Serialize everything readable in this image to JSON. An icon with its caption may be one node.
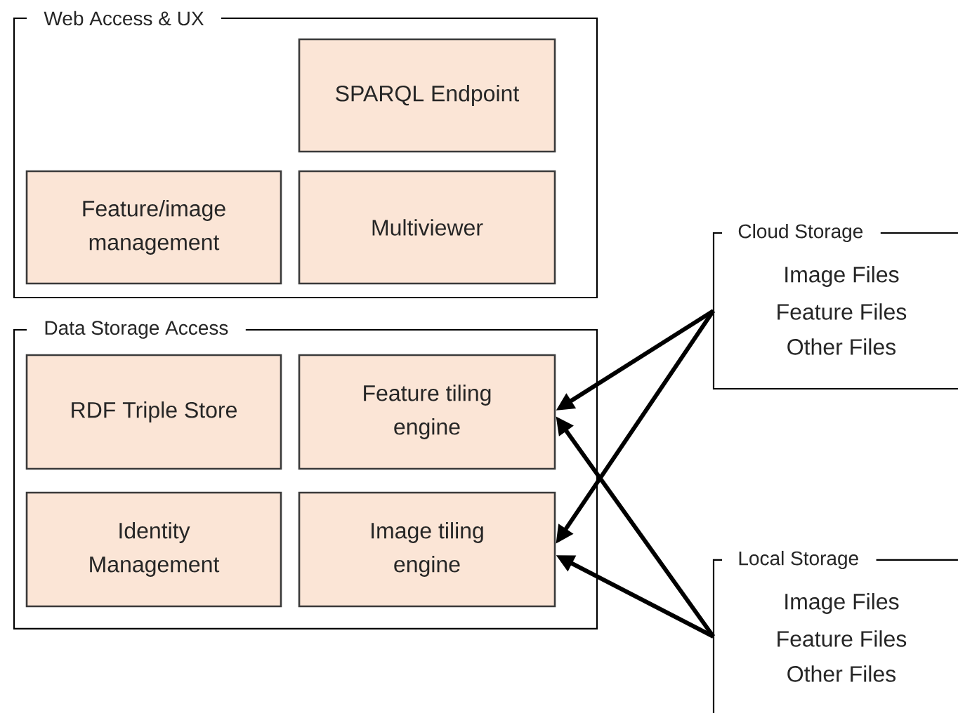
{
  "diagram": {
    "nodes": [
      {
        "text": [
          "Web Access & UX"
        ]
      },
      {
        "text": [
          "SPARQL Endpoint"
        ],
        "in": 0
      },
      {
        "text": [
          "Feature/image management"
        ],
        "in": 0
      },
      {
        "text": [
          "Multiviewer"
        ],
        "in": 0
      },
      {
        "text": [
          "Data Storage Access"
        ]
      },
      {
        "text": [
          "RDF Triple Store"
        ],
        "in": 4
      },
      {
        "text": [
          "Feature tiling engine"
        ],
        "in": 4
      },
      {
        "text": [
          "Identity Management"
        ],
        "in": 4
      },
      {
        "text": [
          "Image tiling engine"
        ],
        "in": 4
      },
      {
        "text": [
          "Cloud Storage",
          "Image Files",
          "Feature Files",
          "Other Files"
        ]
      },
      {
        "text": [
          "Local Storage",
          "Image Files",
          "Feature Files",
          "Other Files"
        ]
      }
    ],
    "edges": [
      {
        "from": 9,
        "to": 6,
        "arrow": "to"
      },
      {
        "from": 9,
        "to": 8,
        "arrow": "to"
      },
      {
        "from": 10,
        "to": 6,
        "arrow": "to"
      },
      {
        "from": 10,
        "to": 8,
        "arrow": "to"
      }
    ]
  }
}
